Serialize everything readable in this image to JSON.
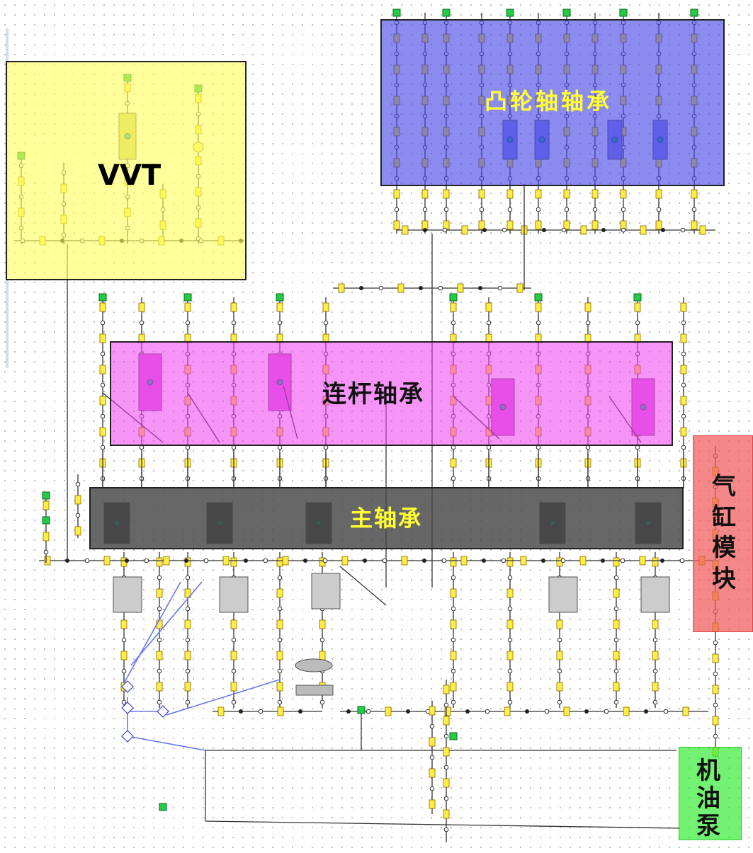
{
  "regions": {
    "vvt": "VVT",
    "camshaft_bearing": "凸轮轴轴承",
    "conrod_bearing": "连杆轴承",
    "main_bearing": "主轴承",
    "cylinder_module": "气缸模块",
    "oil_pump": "机油泵"
  },
  "colors": {
    "vvt_fill": "#ffff60",
    "cam_fill": "#4646e6",
    "conrod_fill": "#f03cf0",
    "main_fill": "#464646",
    "cylinder_fill": "#f05a5a",
    "pump_fill": "#3ceb3c",
    "label_yellow": "#ffff33",
    "pipe": "#333333",
    "link_blue": "#6677ee",
    "port_green": "#22cc44",
    "junction_yellow": "#ffee44"
  }
}
